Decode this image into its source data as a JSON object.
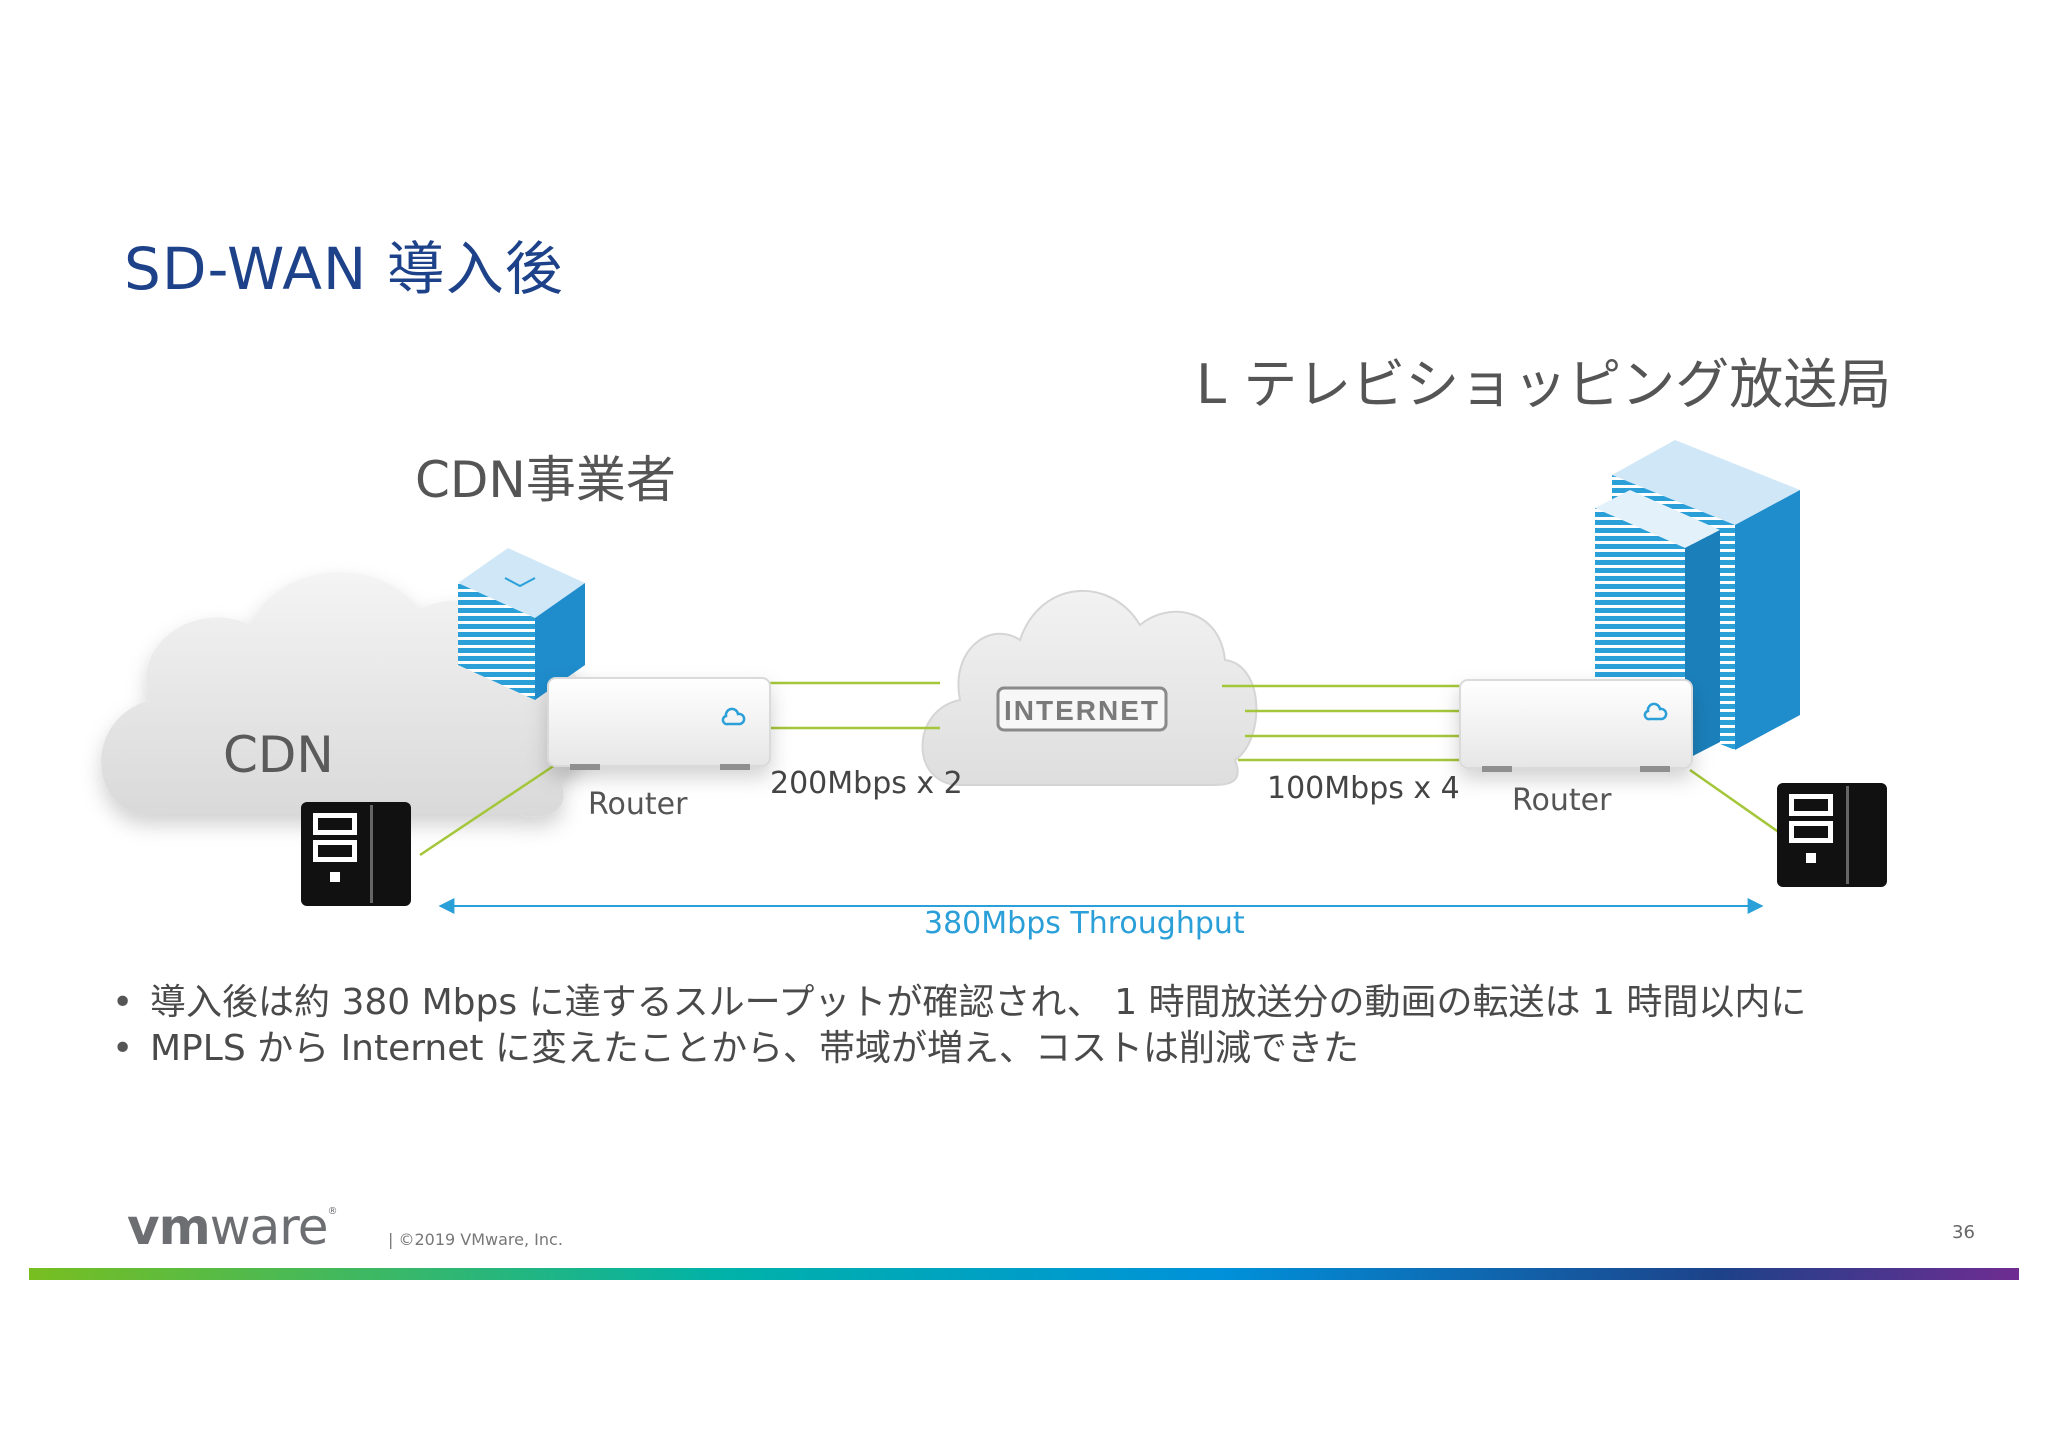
{
  "slide": {
    "title": "SD-WAN 導入後",
    "page_number": "36"
  },
  "diagram": {
    "station_label": "L テレビショッピング放送局",
    "cdn_operator_label": "CDN事業者",
    "cdn_label": "CDN",
    "internet_label": "INTERNET",
    "router_left_label": "Router",
    "router_right_label": "Router",
    "link_left_label": "200Mbps x 2",
    "link_right_label": "100Mbps x 4",
    "throughput_label": "380Mbps Throughput",
    "colors": {
      "link": "#a4c639",
      "throughput_arrow": "#2a9fd8",
      "building": "#2a9fd8",
      "title": "#1d4289"
    }
  },
  "bullets": [
    "導入後は約 380 Mbps に達するスループットが確認され、 1 時間放送分の動画の転送は 1 時間以内に",
    "MPLS から Internet に変えたことから、帯域が増え、コストは削減できた"
  ],
  "footer": {
    "logo_bold": "vm",
    "logo_rest": "ware",
    "logo_mark": "®",
    "copyright": "|   ©2019 VMware, Inc."
  }
}
